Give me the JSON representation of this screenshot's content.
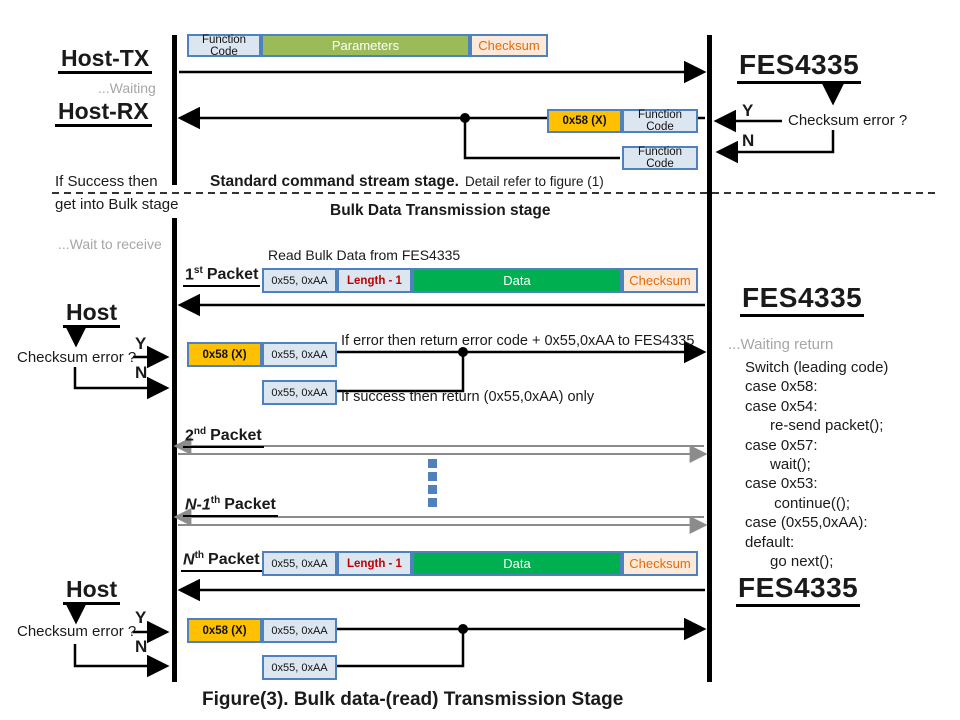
{
  "caption": "Figure(3). Bulk data-(read) Transmission Stage",
  "colors": {
    "amber": "#FFC000",
    "olive_green": "#9BBB59",
    "data_green": "#00B050",
    "peach": "#FDE9D9",
    "light_blue": "#DCE6F1",
    "box_border": "#4F81BD",
    "length_red": "#C00000",
    "checksum_orange": "#E36C0A",
    "gray_text": "#A6A6A6",
    "blue_square": "#4F81BD"
  },
  "actors": {
    "host_tx": "Host-TX",
    "host_rx": "Host-RX",
    "host": "Host",
    "fes": "FES4335"
  },
  "status": {
    "waiting": "...Waiting",
    "wait_to_receive": "...Wait to receive",
    "waiting_return": "...Waiting return"
  },
  "flow": {
    "checksum_question": "Checksum error ?",
    "yes": "Y",
    "no": "N"
  },
  "stage": {
    "if_success_1": "If Success then",
    "if_success_2": "get into Bulk stage",
    "standard_title": "Standard command stream stage.",
    "standard_detail": "Detail refer to figure (1)",
    "bulk_title": "Bulk Data Transmission stage",
    "read_bulk": "Read Bulk Data from  FES4335",
    "if_error": "If error  then  return  error code +  0x55,0xAA to FES4335",
    "if_success_return": "If success then return (0x55,0xAA) only"
  },
  "boxes": {
    "function_code": "Function Code",
    "parameters": "Parameters",
    "checksum": "Checksum",
    "leading_code": "0x58 (X)",
    "sync": "0x55, 0xAA",
    "length": "Length - 1",
    "data": "Data"
  },
  "packets": {
    "p1": {
      "num": "1",
      "sup": "st",
      "word": "Packet"
    },
    "p2": {
      "num": "2",
      "sup": "nd",
      "word": "Packet"
    },
    "pn1": {
      "num": "N-1",
      "sup": "th",
      "word": "Packet"
    },
    "pn": {
      "num": "N",
      "sup": "th",
      "word": "Packet"
    }
  },
  "code": {
    "lines": [
      "Switch (leading code)",
      "case 0x58:",
      "case 0x54:",
      "      re-send packet();",
      "case 0x57:",
      "      wait();",
      "case 0x53:",
      "       continue(();",
      "case (0x55,0xAA):",
      "default:",
      "      go next();"
    ]
  }
}
